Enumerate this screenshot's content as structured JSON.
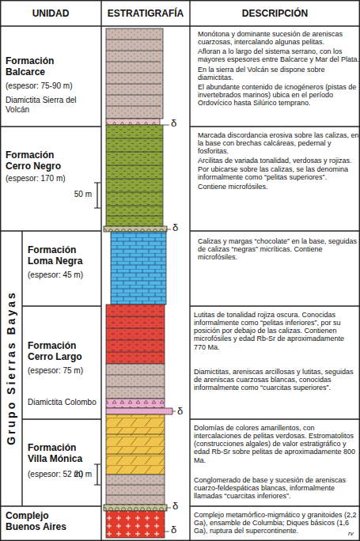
{
  "diagram": {
    "nodes": [
      {
        "text": [
          "UNIDAD"
        ]
      },
      {
        "text": [
          "ESTRATIGRAFÍA"
        ]
      },
      {
        "text": [
          "DESCRIPCIÓN"
        ]
      },
      {
        "text": [
          "Formación Balcarce",
          "(espesor: 75-90 m)",
          "Diamictita Sierra del Volcán"
        ]
      },
      {
        "text": [
          "Monótona y dominante sucesión de areniscas cuarzosas, intercalando algunas pelitas.",
          "Afloran a lo largo del sistema serrano, con los mayores espesores entre Balcarce y Mar del Plata.",
          "En la sierra del Volcán se dispone sobre diamictitas.",
          "El abundante contenido de icnogéneros (pistas de invertebrados marinos) ubica en el período Ordovícico hasta Silúrico temprano."
        ]
      },
      {
        "text": [
          "Formación Cerro Negro",
          "(espesor: 170 m)"
        ]
      },
      {
        "text": [
          "Marcada discordancia erosiva sobre las calizas, en la base con brechas calcáreas, pedernal y fosforitas.",
          "Arcilitas de variada tonalidad, verdosas y rojizas. Por ubicarse sobre las calizas, se las denomina informalmente como “pelitas superiores”.",
          "Contiene microfósiles."
        ]
      },
      {
        "text": [
          "Grupo Sierras Bayas"
        ]
      },
      {
        "text": [
          "Formación Loma Negra",
          "(espesor: 45 m)"
        ],
        "in": 7
      },
      {
        "text": [
          "Calizas y margas “chocolate” en la base, seguidas de calizas “negras” micríticas. Contiene microfósiles."
        ]
      },
      {
        "text": [
          "Formación Cerro Largo",
          "(espesor: 75 m)",
          "Diamictita Colombo"
        ],
        "in": 7
      },
      {
        "text": [
          "Lutitas de tonalidad rojiza oscura. Conocidas informalmente como “pelitas inferiores”, por su posición por debajo de las calizas. Contienen microfósiles y edad Rb-Sr de aproximadamente 770 Ma.",
          "Diamictitas, areniscas arcillosas y lutitas, seguidas de areniscas cuarzosas blancas, conocidas informalmente como “cuarcitas superiores”."
        ]
      },
      {
        "text": [
          "Formación Villa Mónica",
          "(espesor: 52 m)"
        ],
        "in": 7
      },
      {
        "text": [
          "Dolomías de colores amarillentos, con intercalaciones de pelitas verdosas. Estromatolitos (construcciones algales) de valor estratigráfico y edad Rb-Sr sobre pelitas de aproximadamente 800 Ma.",
          "Conglomerado de base y sucesión de areniscas cuarzo-feldespáticas blancas, informalmente llamadas “cuarcitas inferiores”."
        ]
      },
      {
        "text": [
          "Complejo Buenos Aires"
        ]
      },
      {
        "text": [
          "Complejo metamórfico-migmático y granitoides (2,2 Ga), ensamble de Columbia; Diques básicos (1,6 Ga), ruptura del supercontinente."
        ]
      }
    ],
    "labels": [
      "50 m",
      "20 m",
      "δ",
      "δ",
      "δ",
      "δ",
      "δ",
      "rv"
    ]
  }
}
